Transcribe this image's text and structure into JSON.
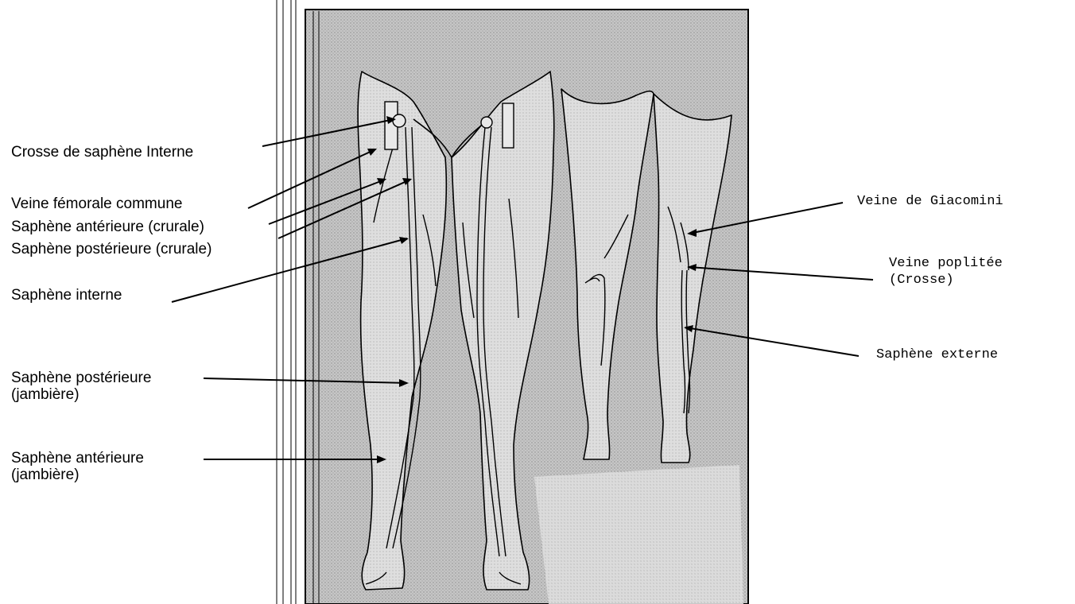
{
  "labels_left": {
    "crosse_saphene_interne": "Crosse de saphène Interne",
    "veine_femorale_commune": "Veine fémorale commune",
    "saphene_anterieure_crurale": "Saphène antérieure (crurale)",
    "saphene_posterieure_crurale": "Saphène postérieure (crurale)",
    "saphene_interne": "Saphène interne",
    "saphene_posterieure_jambiere_1": "Saphène postérieure",
    "saphene_posterieure_jambiere_2": "(jambière)",
    "saphene_anterieure_jambiere_1": "Saphène antérieure",
    "saphene_anterieure_jambiere_2": "(jambière)"
  },
  "labels_right": {
    "veine_giacomini": "Veine de Giacomini",
    "veine_poplitee_1": "Veine poplitée",
    "veine_poplitee_2": "(Crosse)",
    "saphene_externe": "Saphène externe"
  },
  "colors": {
    "panel_fill": "#bdbdbd",
    "leg_fill": "#d4d4d4",
    "line": "#000000"
  }
}
